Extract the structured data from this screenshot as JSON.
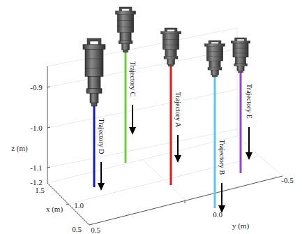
{
  "diagram": {
    "labels": [
      "-0.9",
      "-1.0",
      "-1.1",
      "-1.2",
      "z (m)",
      "1.5",
      "x (m)",
      "1.0",
      "0.5",
      "0.5",
      "0.0",
      "y (m)",
      "-0.5",
      "Trajectory D",
      "Trajectory C",
      "Trajectory A",
      "Trajectory B",
      "Trajectory E"
    ]
  }
}
